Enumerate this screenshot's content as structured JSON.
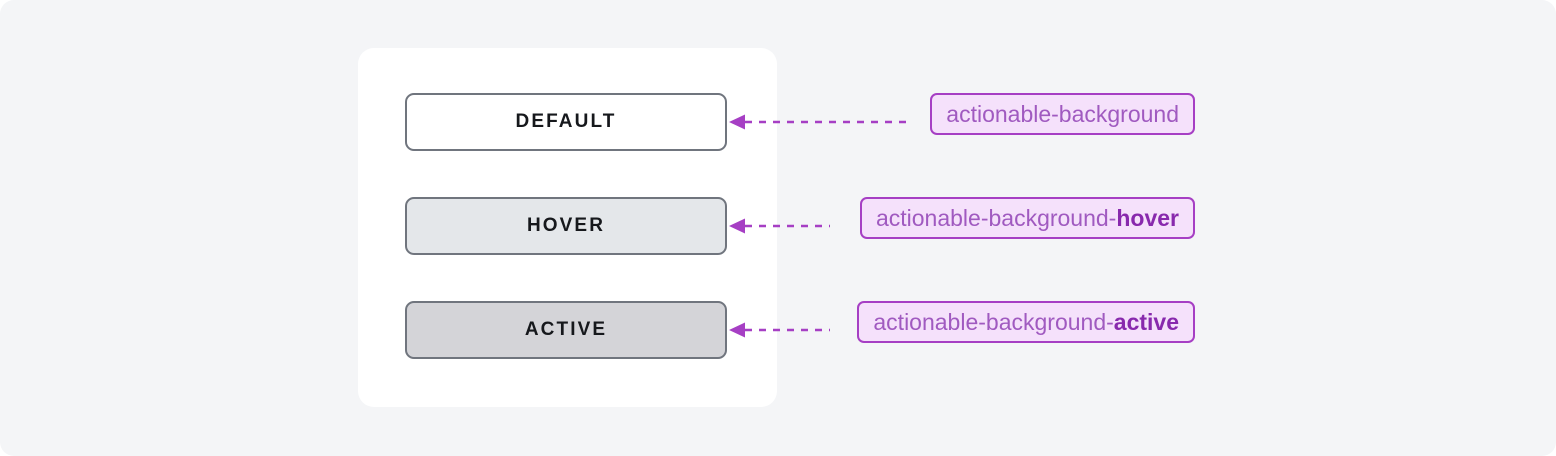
{
  "page": {
    "background_color": "#f4f5f7",
    "card_background_color": "#ffffff"
  },
  "colors": {
    "button_border": "#70757e",
    "button_text": "#16181c",
    "label_background": "#f5e1fb",
    "label_border": "#a63fc4",
    "label_text": "#a05ac0",
    "label_accent_text": "#8829ad",
    "connector": "#a63fc4"
  },
  "rows": [
    {
      "button": {
        "label": "DEFAULT",
        "state": "default",
        "fill": "#ffffff"
      },
      "connector": {
        "icon": "dashed-arrow-left-icon",
        "direction": "left"
      },
      "token": {
        "base": "actionable-background",
        "accent": "",
        "full": "actionable-background"
      }
    },
    {
      "button": {
        "label": "HOVER",
        "state": "hover",
        "fill": "#e4e7ea"
      },
      "connector": {
        "icon": "dashed-arrow-left-icon",
        "direction": "left"
      },
      "token": {
        "base": "actionable-background-",
        "accent": "hover",
        "full": "actionable-background-hover"
      }
    },
    {
      "button": {
        "label": "ACTIVE",
        "state": "active",
        "fill": "#d4d4d8"
      },
      "connector": {
        "icon": "dashed-arrow-left-icon",
        "direction": "left"
      },
      "token": {
        "base": "actionable-background-",
        "accent": "active",
        "full": "actionable-background-active"
      }
    }
  ]
}
